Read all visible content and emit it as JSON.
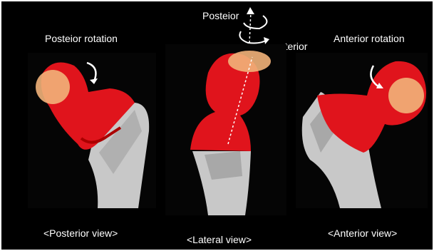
{
  "labels": {
    "posterior_rotation": "Posteior rotation",
    "anterior_rotation": "Anterior rotation",
    "posterior_arrow": "Posteior",
    "anterior_arrow": "anterior",
    "posterior_view": "<Posterior view>",
    "lateral_view": "<Lateral view>",
    "anterior_view": "<Anterior view>"
  },
  "colors": {
    "background": "#000000",
    "head_red": "#e0141c",
    "bone_gray": "#c8c8c8",
    "highlight_orange": "#f2b27a",
    "text": "#ffffff"
  }
}
